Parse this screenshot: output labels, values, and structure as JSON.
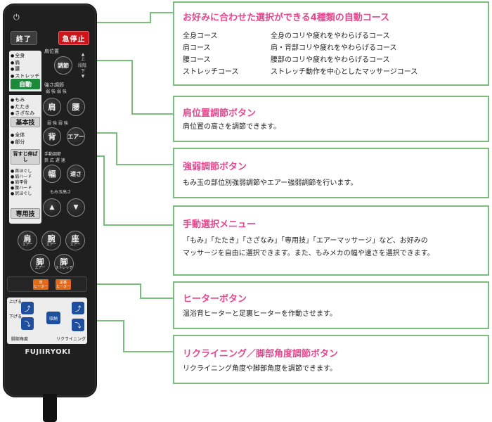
{
  "remote": {
    "power_icon": "power-icon",
    "stop_label": "終了",
    "emergency_label": "急停止",
    "auto_courses": [
      "全身",
      "肩",
      "腰",
      "ストレッチ"
    ],
    "auto_label": "自動",
    "manual_list": [
      "もみ",
      "たたき",
      "さざなみ"
    ],
    "basic_label": "基本技",
    "range_list": [
      "全体",
      "部分"
    ],
    "stretch_label": "背すじ伸ばし",
    "special_list": [
      "首ほぐし",
      "肩ハード",
      "肩甲骨",
      "腰ハード",
      "尻ほぐし"
    ],
    "special_label": "専用技",
    "shoulder_pos_label": "肩位置",
    "shoulder_btn": "調節",
    "pos_up": "上",
    "pos_down": "下",
    "pos_unit": "段階",
    "strength_label": "強さ調節",
    "strength_scale": "弱 強 弱 強",
    "btn_shoulder": "肩",
    "btn_waist": "腰",
    "btn_back": "背",
    "btn_air": "エアー",
    "strength_scale2": "弱 強  弱 強",
    "manual_select_label": "手動調節",
    "manual_scale": "狭 広  遅 速",
    "btn_width": "幅",
    "btn_speed": "速さ",
    "height_label": "もみ玉高さ",
    "btn_air_shoulder": "肩",
    "btn_air_arm": "腕",
    "btn_air_seat": "座",
    "btn_air_leg": "脚",
    "btn_leg_stretch": "脚",
    "air_sub": "エアー",
    "stretch_sub": "ストレッチ",
    "heater_back": [
      "背",
      "ヒーター"
    ],
    "heater_foot": [
      "足裏",
      "ヒーター"
    ],
    "raise_label": "上げる",
    "lower_label": "下げる",
    "store_label": "収納",
    "leg_angle_label": "脚部角度",
    "recline_label": "リクライニング",
    "brand": "FUJIIRYOKI"
  },
  "callouts": {
    "auto": {
      "title": "お好みに合わせた選択ができる4種類の自動コース",
      "rows": [
        {
          "name": "全身コース",
          "desc": "全身のコリや疲れをやわらげるコース"
        },
        {
          "name": "肩コース",
          "desc": "肩・背部コリや疲れをやわらげるコース"
        },
        {
          "name": "腰コース",
          "desc": "腰部のコリや疲れをやわらげるコース"
        },
        {
          "name": "ストレッチコース",
          "desc": "ストレッチ動作を中心としたマッサージコース"
        }
      ]
    },
    "shoulder": {
      "title": "肩位置調節ボタン",
      "desc": "肩位置の高さを調節できます。"
    },
    "strength": {
      "title": "強弱調節ボタン",
      "desc": "もみ玉の部位別強弱調節やエアー強弱調節を行います。"
    },
    "manual": {
      "title": "手動選択メニュー",
      "desc1": "「もみ」「たたき」「さざなみ」「専用技」「エアーマッサージ」など、お好みの",
      "desc2": "マッサージを自由に選択できます。また、もみメカの幅や速さを選択できます。"
    },
    "heater": {
      "title": "ヒーターボタン",
      "desc": "温浴背ヒーターと足裏ヒーターを作動させます。"
    },
    "recline": {
      "title": "リクライニング／脚部角度調節ボタン",
      "desc": "リクライニング角度や脚部角度を調節できます。"
    }
  },
  "colors": {
    "callout_border": "#7bbd7c",
    "callout_title": "#e4478e",
    "emergency": "#d0141c",
    "auto_green": "#1c8a3a",
    "heater_orange": "#e06a18",
    "recline_blue": "#1e4f9e"
  }
}
